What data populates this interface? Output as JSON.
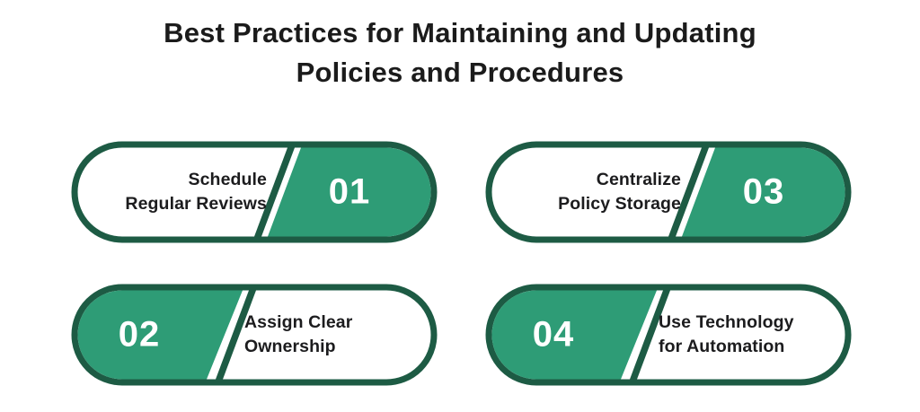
{
  "title": {
    "line1": "Best Practices for Maintaining and Updating",
    "line2": "Policies and Procedures"
  },
  "colors": {
    "accent_green": "#2E9C76",
    "border_green": "#1D5B44",
    "title_text": "#1B1B1B",
    "label_text": "#1C1C1E",
    "number_text": "#FFFFFF",
    "card_fill": "#FFFFFF",
    "background": "#FFFFFF"
  },
  "items": [
    {
      "number": "01",
      "label_line1": "Schedule",
      "label_line2": "Regular Reviews",
      "number_side": "right"
    },
    {
      "number": "02",
      "label_line1": "Assign Clear",
      "label_line2": "Ownership",
      "number_side": "left"
    },
    {
      "number": "03",
      "label_line1": "Centralize",
      "label_line2": "Policy Storage",
      "number_side": "right"
    },
    {
      "number": "04",
      "label_line1": "Use Technology",
      "label_line2": "for Automation",
      "number_side": "left"
    }
  ]
}
